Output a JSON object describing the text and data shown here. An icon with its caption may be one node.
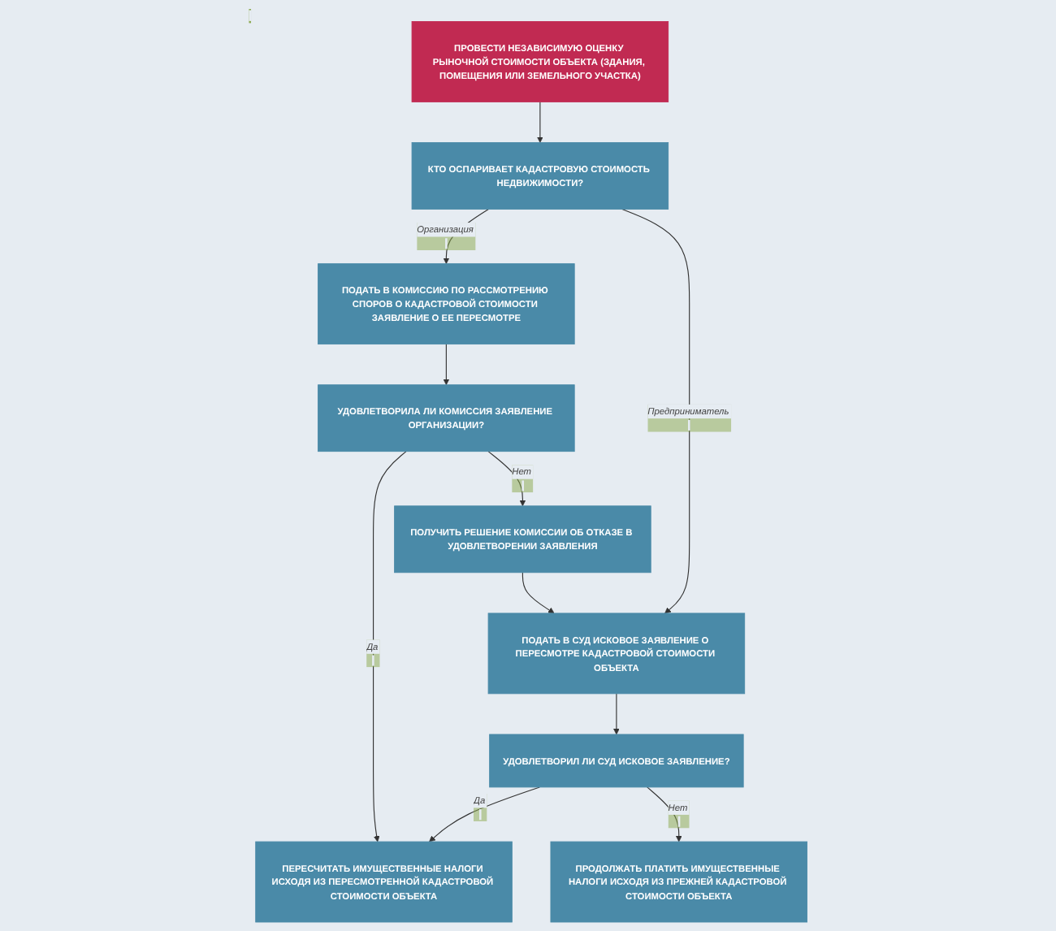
{
  "diagram": {
    "nodes": [
      {
        "text": [
          "ПРОВЕСТИ НЕЗАВИСИМУЮ ОЦЕНКУ РЫНОЧНОЙ СТОИМОСТИ ОБЪЕКТА (ЗДАНИЯ, ПОМЕЩЕНИЯ ИЛИ ЗЕМЕЛЬНОГО УЧАСТКА)"
        ]
      },
      {
        "text": [
          "КТО ОСПАРИВАЕТ КАДАСТРОВУЮ СТОИМОСТЬ НЕДВИЖИМОСТИ?"
        ]
      },
      {
        "text": [
          "ПОДАТЬ В КОМИССИЮ ПО РАССМОТРЕНИЮ СПОРОВ О КАДАСТРОВОЙ СТОИМОСТИ ЗАЯВЛЕНИЕ О ЕЕ ПЕРЕСМОТРЕ"
        ]
      },
      {
        "text": [
          "УДОВЛЕТВОРИЛА ЛИ КОМИССИЯ ЗАЯВЛЕНИЕ ОРГАНИЗАЦИИ?"
        ]
      },
      {
        "text": [
          "ПОЛУЧИТЬ РЕШЕНИЕ КОМИССИИ ОБ ОТКАЗЕ В УДОВЛЕТВОРЕНИИ ЗАЯВЛЕНИЯ"
        ]
      },
      {
        "text": [
          "ПОДАТЬ В СУД ИСКОВОЕ ЗАЯВЛЕНИЕ О ПЕРЕСМОТРЕ КАДАСТРОВОЙ СТОИМОСТИ ОБЪЕКТА"
        ]
      },
      {
        "text": [
          "УДОВЛЕТВОРИЛ ЛИ СУД ИСКОВОЕ ЗАЯВЛЕНИЕ?"
        ]
      },
      {
        "text": [
          "ПЕРЕСЧИТАТЬ ИМУЩЕСТВЕННЫЕ НАЛОГИ ИСХОДЯ ИЗ ПЕРЕСМОТРЕННОЙ КАДАСТРОВОЙ СТОИМОСТИ ОБЪЕКТА"
        ]
      },
      {
        "text": [
          "ПРОДОЛЖАТЬ ПЛАТИТЬ ИМУЩЕСТВЕННЫЕ НАЛОГИ ИСХОДЯ ИЗ ПРЕЖНЕЙ КАДАСТРОВОЙ СТОИМОСТИ ОБЪЕКТА"
        ]
      }
    ],
    "edges": [
      {
        "from": 0,
        "to": 1,
        "arrow": "to"
      },
      {
        "from": 1,
        "to": 2,
        "arrow": "to",
        "label": "Организация"
      },
      {
        "from": 1,
        "to": 5,
        "arrow": "to",
        "label": "Предприниматель"
      },
      {
        "from": 2,
        "to": 3,
        "arrow": "to"
      },
      {
        "from": 3,
        "to": 7,
        "arrow": "to",
        "label": "Да"
      },
      {
        "from": 3,
        "to": 4,
        "arrow": "to",
        "label": "Нет"
      },
      {
        "from": 4,
        "to": 5,
        "arrow": "to"
      },
      {
        "from": 5,
        "to": 6,
        "arrow": "to"
      },
      {
        "from": 6,
        "to": 7,
        "arrow": "to",
        "label": "Да"
      },
      {
        "from": 6,
        "to": 8,
        "arrow": "to",
        "label": "Нет"
      }
    ]
  }
}
